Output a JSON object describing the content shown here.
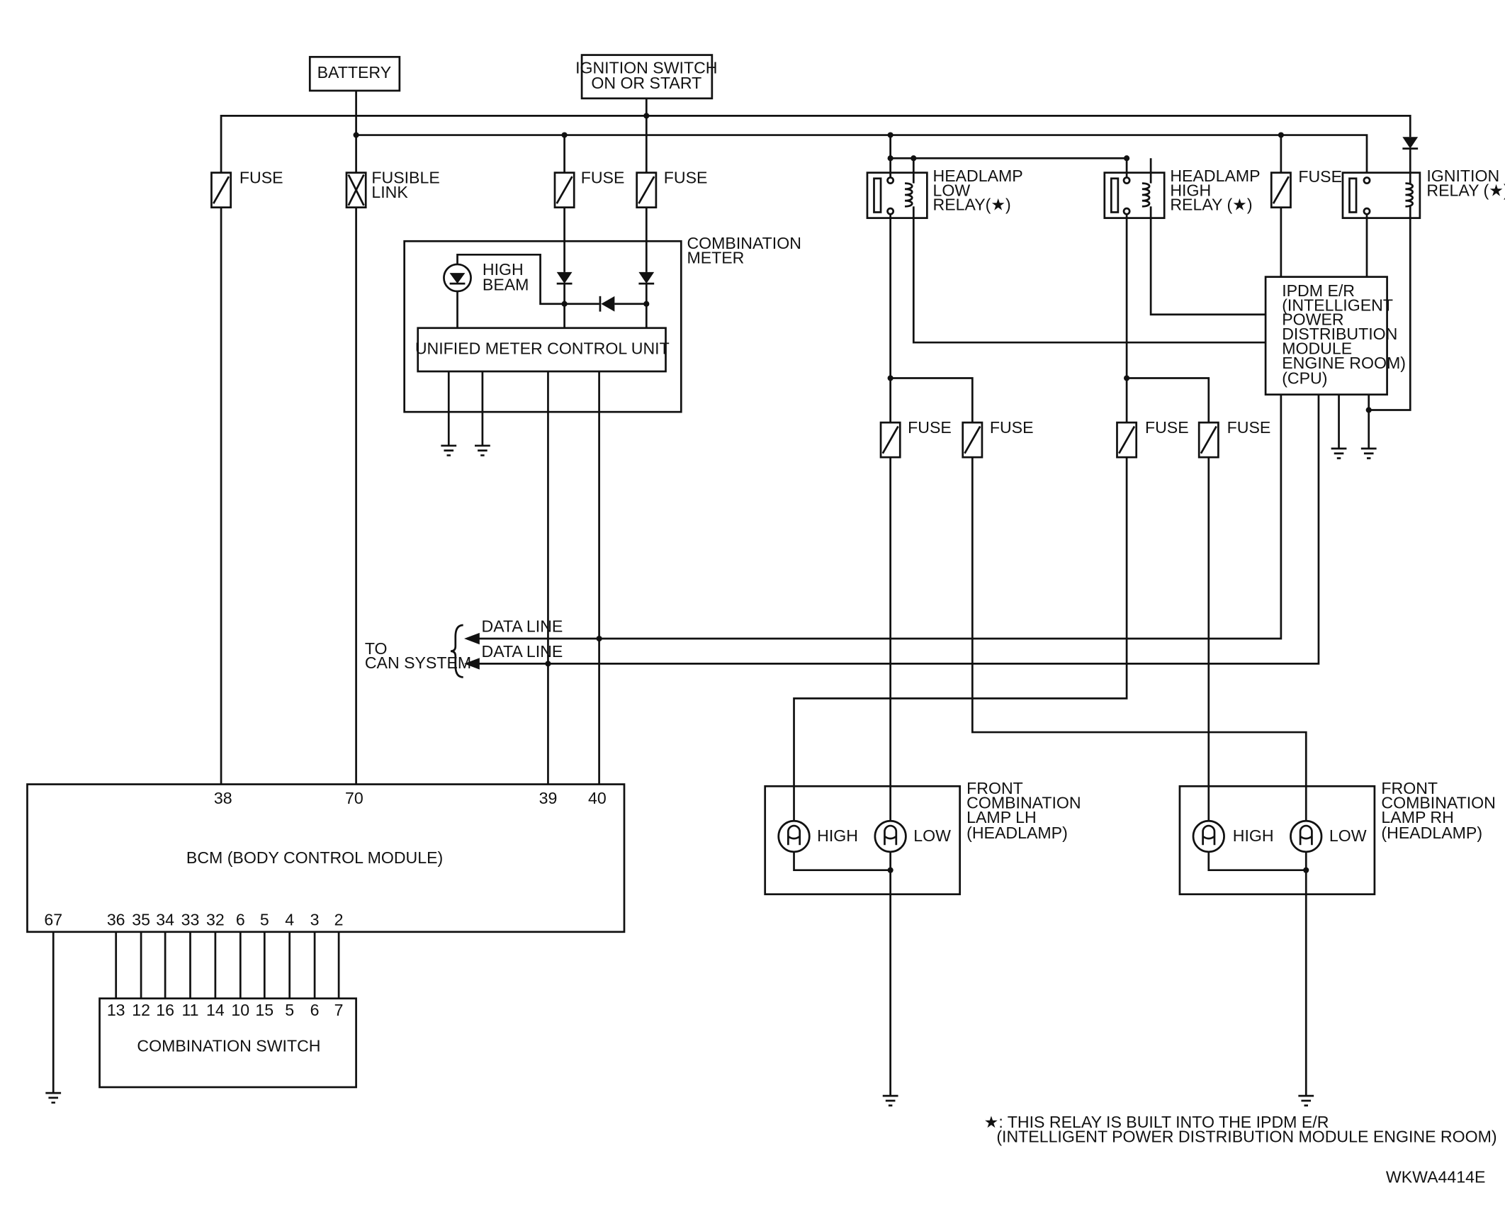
{
  "labels": {
    "battery": "BATTERY",
    "ign_1": "IGNITION SWITCH",
    "ign_2": "ON OR START",
    "fuse": "FUSE",
    "fusible_1": "FUSIBLE",
    "fusible_2": "LINK",
    "cm_1": "COMBINATION",
    "cm_2": "METER",
    "high_beam_1": "HIGH",
    "high_beam_2": "BEAM",
    "umcu": "UNIFIED METER CONTROL UNIT",
    "hl_low_1": "HEADLAMP",
    "hl_low_2": "LOW",
    "hl_low_3": "RELAY(★)",
    "hl_high_1": "HEADLAMP",
    "hl_high_2": "HIGH",
    "hl_high_3": "RELAY (★)",
    "ign_relay_1": "IGNITION",
    "ign_relay_2": "RELAY (★)",
    "ipdm_1": "IPDM E/R",
    "ipdm_2": "(INTELLIGENT",
    "ipdm_3": "POWER",
    "ipdm_4": "DISTRIBUTION",
    "ipdm_5": "MODULE",
    "ipdm_6": "ENGINE ROOM)",
    "ipdm_7": "(CPU)",
    "data_line": "DATA LINE",
    "to_can_1": "TO",
    "to_can_2": "CAN SYSTEM",
    "bcm": "BCM (BODY CONTROL MODULE)",
    "comb_switch": "COMBINATION SWITCH",
    "front_lh_1": "FRONT",
    "front_lh_2": "COMBINATION",
    "front_lh_3": "LAMP LH",
    "front_lh_4": "(HEADLAMP)",
    "front_rh_1": "FRONT",
    "front_rh_2": "COMBINATION",
    "front_rh_3": "LAMP RH",
    "front_rh_4": "(HEADLAMP)",
    "high": "HIGH",
    "low": "LOW",
    "note_1": "★: THIS RELAY IS BUILT INTO THE IPDM E/R",
    "note_2": "(INTELLIGENT POWER DISTRIBUTION MODULE ENGINE ROOM)",
    "code": "WKWA4414E"
  },
  "bcm_top_pins": [
    "38",
    "70",
    "39",
    "40"
  ],
  "bcm_bottom_pins": [
    "67",
    "36",
    "35",
    "34",
    "33",
    "32",
    "6",
    "5",
    "4",
    "3",
    "2"
  ],
  "switch_pins": [
    "13",
    "12",
    "16",
    "11",
    "14",
    "10",
    "15",
    "5",
    "6",
    "7"
  ]
}
